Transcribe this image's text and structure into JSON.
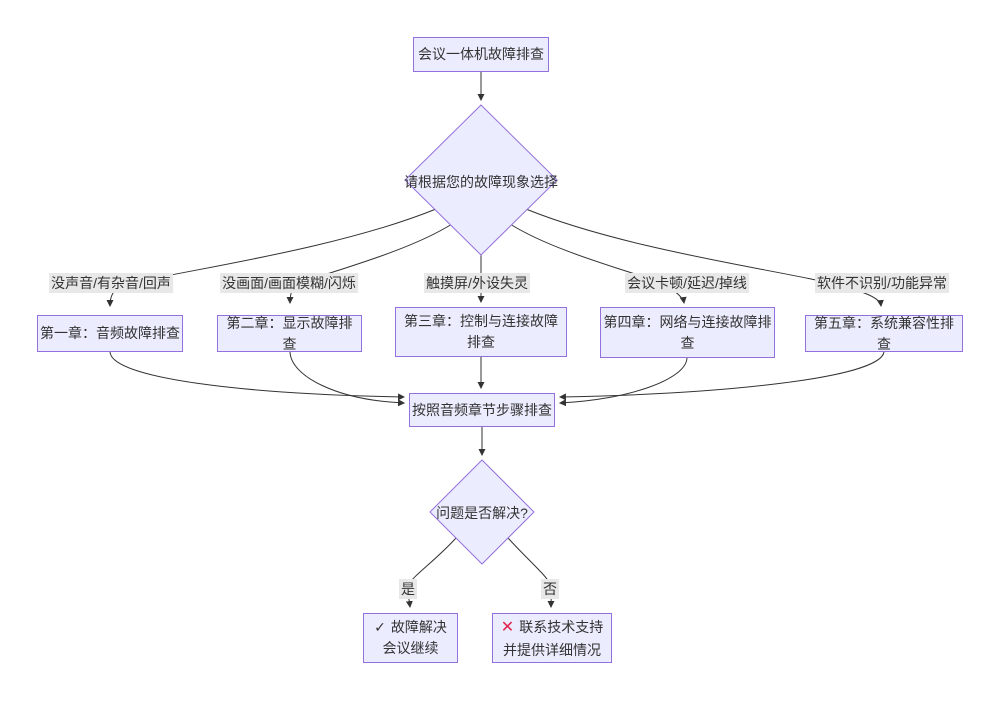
{
  "colors": {
    "node_fill": "#ECECFF",
    "node_border": "#9370DB",
    "edge": "#333333",
    "text": "#333333",
    "label_bg": "#e8e8e8",
    "error_icon": "#e0254c"
  },
  "diagram": {
    "start": "会议一体机故障排查",
    "decision1": "请根据您的故障现象选择",
    "branches": [
      {
        "condition": "没声音/有杂音/回声",
        "chapter": "第一章：音频故障排查"
      },
      {
        "condition": "没画面/画面模糊/闪烁",
        "chapter": "第二章：显示故障排查"
      },
      {
        "condition": "触摸屏/外设失灵",
        "chapter": "第三章：控制与连接故障排查"
      },
      {
        "condition": "会议卡顿/延迟/掉线",
        "chapter": "第四章：网络与连接故障排查"
      },
      {
        "condition": "软件不识别/功能异常",
        "chapter": "第五章：系统兼容性排查"
      }
    ],
    "converge": "按照音频章节步骤排查",
    "decision2": "问题是否解决?",
    "yes": "是",
    "no": "否",
    "success": {
      "icon": "✓",
      "line1": "故障解决",
      "line2": "会议继续"
    },
    "fail": {
      "icon": "✕",
      "line1": "联系技术支持",
      "line2": "并提供详细情况"
    }
  }
}
